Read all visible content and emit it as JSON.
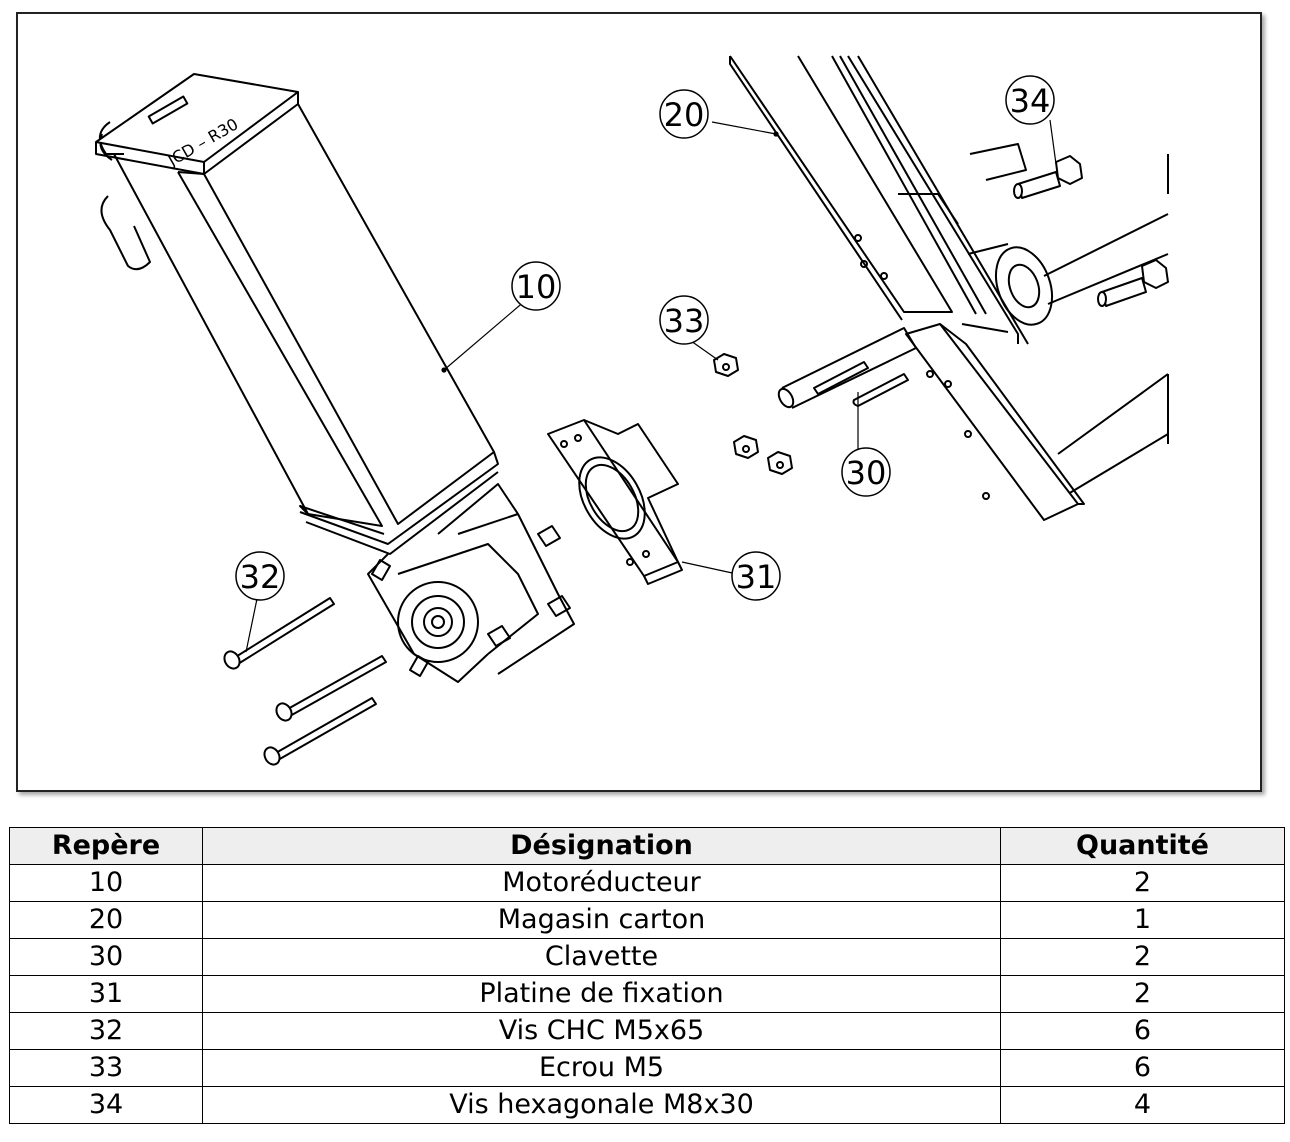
{
  "diagram": {
    "callouts": [
      {
        "id": "c10",
        "label": "10"
      },
      {
        "id": "c20",
        "label": "20"
      },
      {
        "id": "c30",
        "label": "30"
      },
      {
        "id": "c31",
        "label": "31"
      },
      {
        "id": "c32",
        "label": "32"
      },
      {
        "id": "c33",
        "label": "33"
      },
      {
        "id": "c34",
        "label": "34"
      }
    ]
  },
  "table": {
    "headers": [
      "Repère",
      "Désignation",
      "Quantité"
    ],
    "rows": [
      [
        "10",
        "Motoréducteur",
        "2"
      ],
      [
        "20",
        "Magasin carton",
        "1"
      ],
      [
        "30",
        "Clavette",
        "2"
      ],
      [
        "31",
        "Platine de fixation",
        "2"
      ],
      [
        "32",
        "Vis CHC M5x65",
        "6"
      ],
      [
        "33",
        "Ecrou M5",
        "6"
      ],
      [
        "34",
        "Vis hexagonale M8x30",
        "4"
      ]
    ]
  }
}
